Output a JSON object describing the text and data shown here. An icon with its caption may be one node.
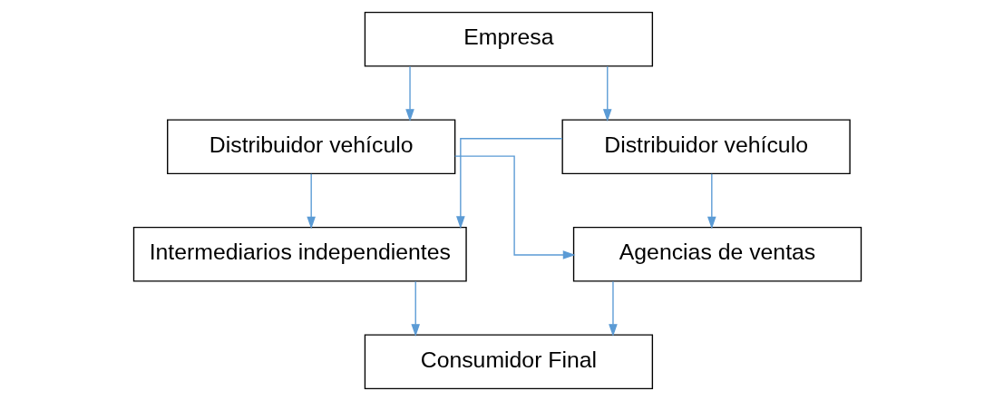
{
  "diagram": {
    "nodes": [
      {
        "text": [
          "Empresa"
        ]
      },
      {
        "text": [
          "Distribuidor vehículo"
        ]
      },
      {
        "text": [
          "Distribuidor vehículo"
        ]
      },
      {
        "text": [
          "Intermediarios independientes"
        ]
      },
      {
        "text": [
          "Agencias de ventas"
        ]
      },
      {
        "text": [
          "Consumidor Final"
        ]
      }
    ],
    "edges": [
      {
        "from": 0,
        "to": 1,
        "arrow": "to"
      },
      {
        "from": 0,
        "to": 2,
        "arrow": "to"
      },
      {
        "from": 1,
        "to": 3,
        "arrow": "to"
      },
      {
        "from": 1,
        "to": 4,
        "arrow": "to"
      },
      {
        "from": 2,
        "to": 3,
        "arrow": "to"
      },
      {
        "from": 2,
        "to": 4,
        "arrow": "to"
      },
      {
        "from": 3,
        "to": 5,
        "arrow": "to"
      },
      {
        "from": 4,
        "to": 5,
        "arrow": "to"
      }
    ]
  }
}
